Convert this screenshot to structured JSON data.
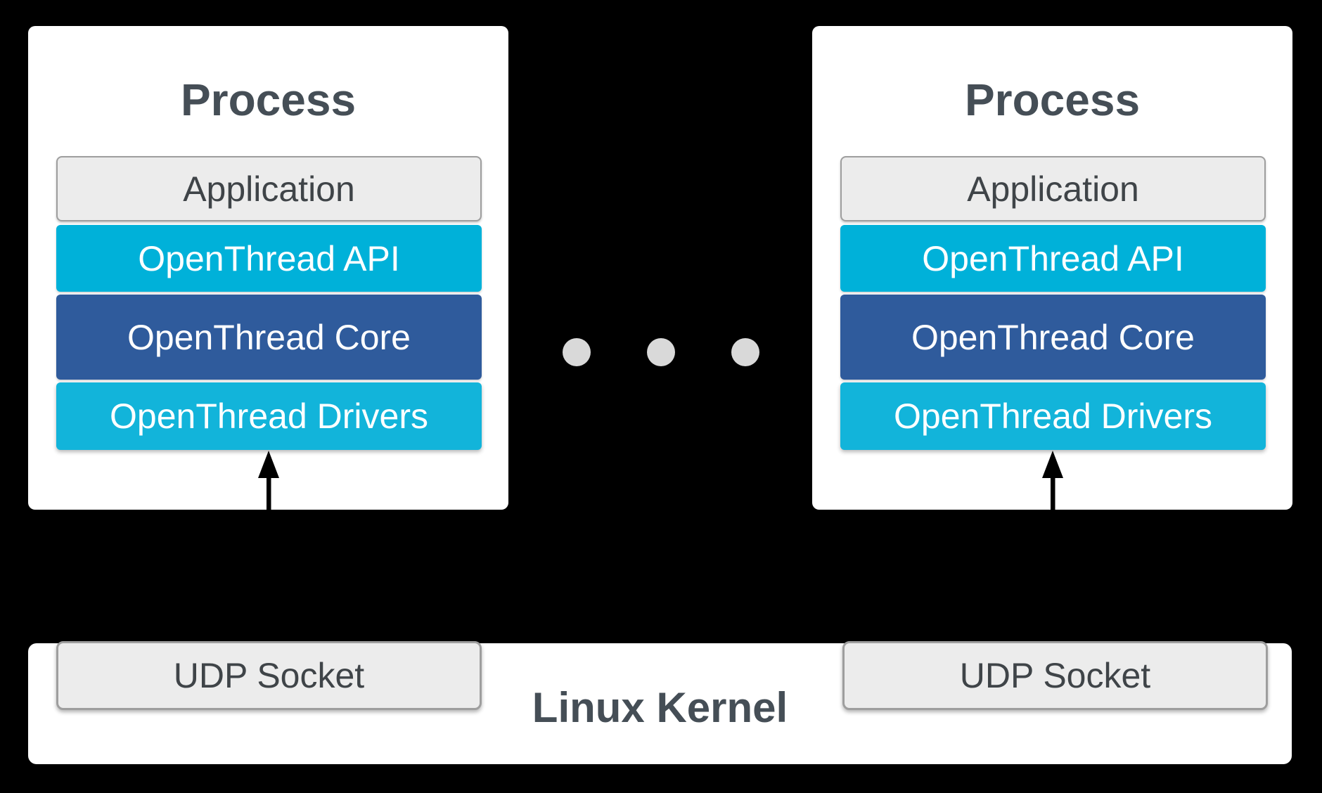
{
  "diagram": {
    "processes": [
      {
        "title": "Process",
        "layers": [
          {
            "label": "Application"
          },
          {
            "label": "OpenThread API"
          },
          {
            "label": "OpenThread Core"
          },
          {
            "label": "OpenThread Drivers"
          }
        ]
      },
      {
        "title": "Process",
        "layers": [
          {
            "label": "Application"
          },
          {
            "label": "OpenThread API"
          },
          {
            "label": "OpenThread Core"
          },
          {
            "label": "OpenThread Drivers"
          }
        ]
      }
    ],
    "ellipsis_dot_count": 3,
    "kernel": {
      "title": "Linux Kernel",
      "sockets": [
        {
          "label": "UDP Socket"
        },
        {
          "label": "UDP Socket"
        }
      ]
    }
  },
  "colors": {
    "background": "#000000",
    "process_bg": "#ffffff",
    "app_bg": "#ececec",
    "app_border": "#9e9e9e",
    "api_bg": "#00b1d9",
    "core_bg": "#2f5b9c",
    "drivers_bg": "#12b4da",
    "title_color": "#454e56",
    "label_dark": "#3f4448",
    "dot_color": "#d9d9d9",
    "arrow_color": "#000000"
  }
}
